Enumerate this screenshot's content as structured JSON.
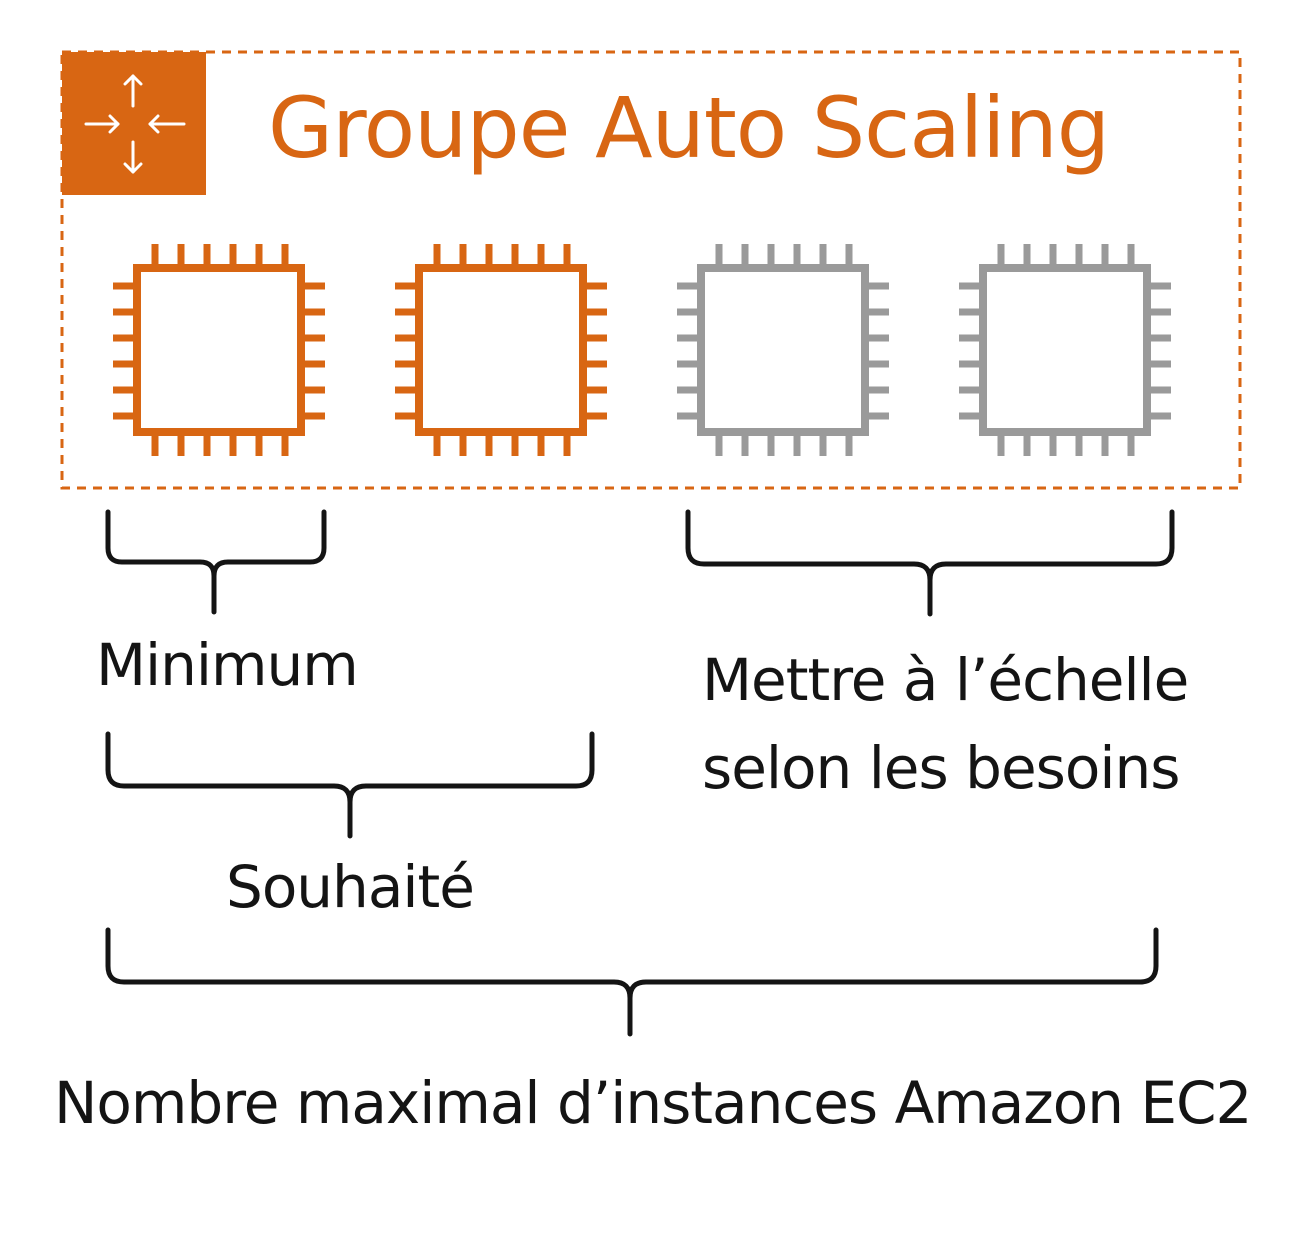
{
  "group": {
    "title": "Groupe Auto Scaling",
    "border_color": "#d86613",
    "icon": "auto-scaling-arrows-icon",
    "icon_color": "#d86613"
  },
  "instances": [
    {
      "icon": "ec2-instance-chip-icon",
      "state": "running",
      "color": "#d86613"
    },
    {
      "icon": "ec2-instance-chip-icon",
      "state": "running",
      "color": "#d86613"
    },
    {
      "icon": "ec2-instance-chip-icon",
      "state": "potential",
      "color": "#9a9a9a"
    },
    {
      "icon": "ec2-instance-chip-icon",
      "state": "potential",
      "color": "#9a9a9a"
    }
  ],
  "labels": {
    "minimum": "Minimum",
    "scale_line1": "Mettre à l’échelle",
    "scale_line2": "selon les besoins",
    "desired": "Souhaité",
    "maximum": "Nombre maximal d’instances Amazon EC2"
  },
  "colors": {
    "accent": "#d86613",
    "inactive": "#9a9a9a",
    "text": "#141414"
  }
}
